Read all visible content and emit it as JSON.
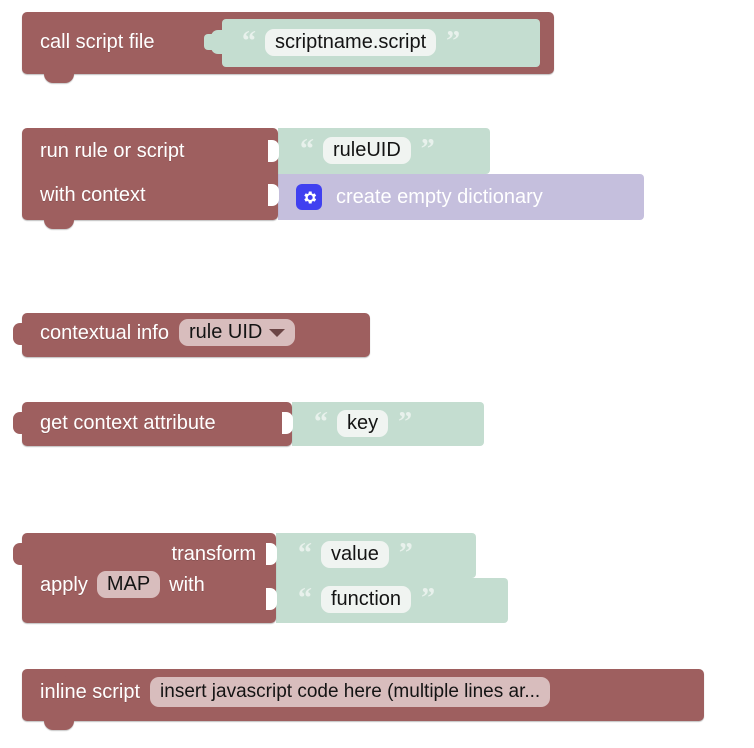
{
  "theme": {
    "background": "#ffffff",
    "block_color": "#9e5f5f",
    "string_block_color": "#c4ddd0",
    "dict_block_color": "#c5bfdd",
    "field_color": "#d8bdbd",
    "text_field_color": "#f0f4f1",
    "mutator_icon_color": "#4040f0",
    "label_text_color": "#ffffff",
    "field_text_color": "#141414"
  },
  "blocks": [
    {
      "id": "call-script-file",
      "labels": {
        "main": "call script file"
      },
      "value": "scriptname.script",
      "quote_open": "“",
      "quote_close": "”"
    },
    {
      "id": "run-rule-or-script",
      "labels": {
        "line1": "run rule or script",
        "line2": "with context"
      },
      "rule_value": "ruleUID",
      "context_block_label": "create empty dictionary",
      "mutator_icon": "gear-icon",
      "quote_open": "“",
      "quote_close": "”"
    },
    {
      "id": "contextual-info",
      "labels": {
        "main": "contextual info"
      },
      "dropdown_value": "rule UID",
      "dropdown_icon": "chevron-down-icon"
    },
    {
      "id": "get-context-attribute",
      "labels": {
        "main": "get context attribute"
      },
      "key_value": "key",
      "quote_open": "“",
      "quote_close": "”"
    },
    {
      "id": "transform-apply",
      "labels": {
        "line1": "transform",
        "line2_a": "apply",
        "line2_b": "with"
      },
      "operation": "MAP",
      "value_input": "value",
      "function_input": "function",
      "quote_open": "“",
      "quote_close": "”"
    },
    {
      "id": "inline-script",
      "labels": {
        "main": "inline script"
      },
      "code_value": "insert javascript code here (multiple lines ar..."
    }
  ]
}
